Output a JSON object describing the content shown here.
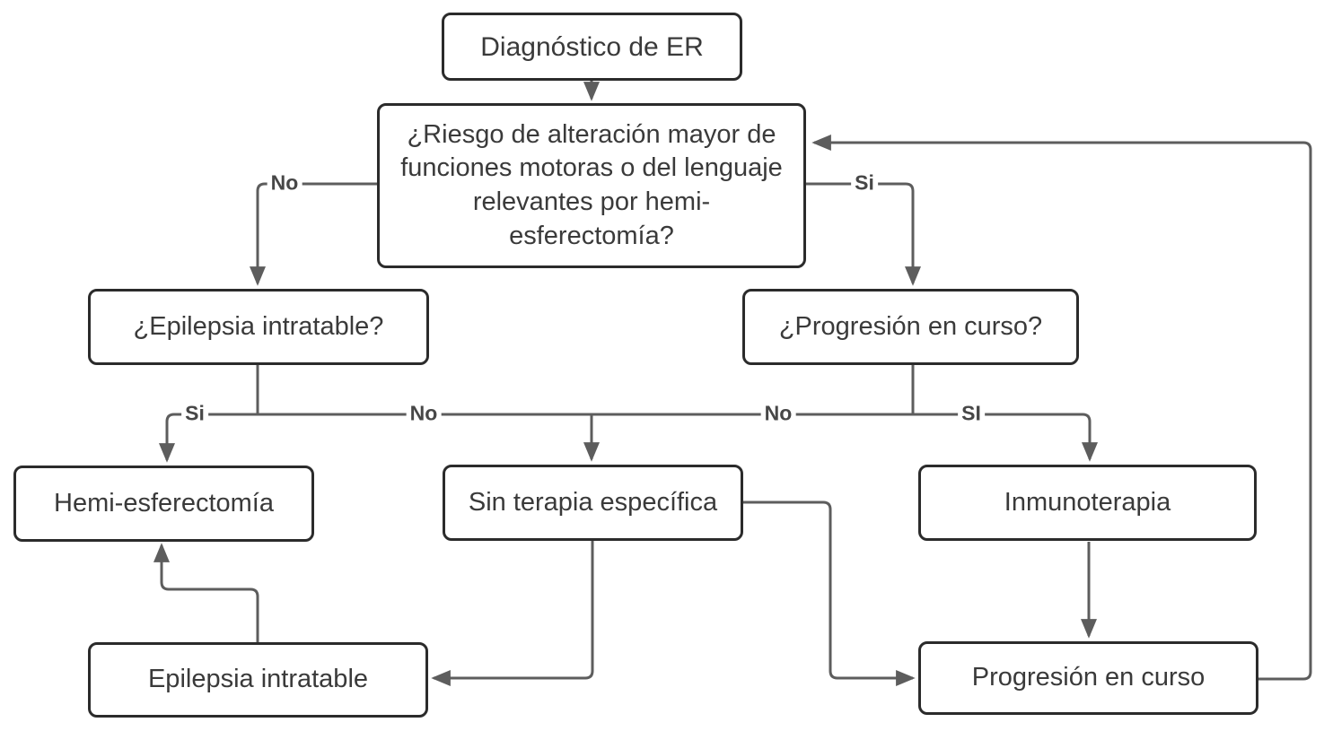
{
  "diagram": {
    "type": "flowchart",
    "language": "es",
    "nodes": {
      "diagnostico": {
        "label": "Diagnóstico de ER"
      },
      "riesgo": {
        "label": "¿Riesgo de alteración mayor de funciones motoras o del lenguaje relevantes por hemi-esferectomía?"
      },
      "epilepsia_pregunta": {
        "label": "¿Epilepsia intratable?"
      },
      "progresion_pregunta": {
        "label": "¿Progresión en curso?"
      },
      "hemi": {
        "label": "Hemi-esferectomía"
      },
      "sin_terapia": {
        "label": "Sin terapia específica"
      },
      "inmunoterapia": {
        "label": "Inmunoterapia"
      },
      "epilepsia_estado": {
        "label": "Epilepsia intratable"
      },
      "progresion_estado": {
        "label": "Progresión en curso"
      }
    },
    "edge_labels": {
      "riesgo_no": "No",
      "riesgo_si": "Si",
      "epilepsia_si": "Si",
      "epilepsia_no": "No",
      "progresion_no": "No",
      "progresion_si": "SI"
    },
    "edges": [
      {
        "from": "Diagnóstico de ER",
        "to": "¿Riesgo de alteración mayor de funciones motoras o del lenguaje relevantes por hemi-esferectomía?",
        "label": ""
      },
      {
        "from": "¿Riesgo de alteración mayor...?",
        "to": "¿Epilepsia intratable?",
        "label": "No"
      },
      {
        "from": "¿Riesgo de alteración mayor...?",
        "to": "¿Progresión en curso?",
        "label": "Si"
      },
      {
        "from": "¿Epilepsia intratable?",
        "to": "Hemi-esferectomía",
        "label": "Si"
      },
      {
        "from": "¿Epilepsia intratable?",
        "to": "Sin terapia específica",
        "label": "No"
      },
      {
        "from": "¿Progresión en curso?",
        "to": "Sin terapia específica",
        "label": "No"
      },
      {
        "from": "¿Progresión en curso?",
        "to": "Inmunoterapia",
        "label": "SI"
      },
      {
        "from": "Inmunoterapia",
        "to": "Progresión en curso",
        "label": ""
      },
      {
        "from": "Sin terapia específica",
        "to": "Epilepsia intratable",
        "label": ""
      },
      {
        "from": "Sin terapia específica",
        "to": "Progresión en curso",
        "label": ""
      },
      {
        "from": "Epilepsia intratable",
        "to": "Hemi-esferectomía",
        "label": ""
      },
      {
        "from": "Progresión en curso",
        "to": "¿Riesgo de alteración mayor...?",
        "label": ""
      }
    ],
    "colors": {
      "background": "#ffffff",
      "node_border": "#2b2b2b",
      "node_fill": "#ffffff",
      "node_text": "#3a3a3a",
      "connector": "#5d5d5d",
      "edge_label_text": "#474747"
    }
  }
}
